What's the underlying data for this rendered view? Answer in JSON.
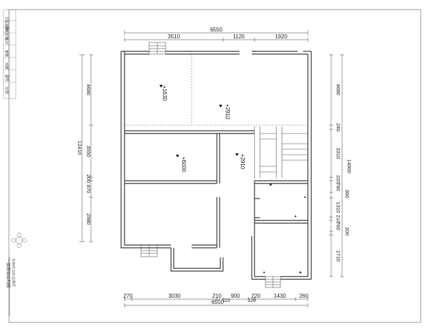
{
  "top_dims": {
    "overall": "6550",
    "segments": [
      "3510",
      "1120",
      "1920"
    ]
  },
  "bottom_dims": {
    "overall": "6550",
    "segments": [
      "270",
      "3030",
      "210",
      "900",
      "220",
      "1430",
      "260"
    ],
    "sub": [
      "110",
      "120"
    ]
  },
  "left_dims": {
    "overall": "12410",
    "segments": [
      "4680",
      "3550",
      "200",
      "870",
      "2980"
    ]
  },
  "right_dims": {
    "overall": "14800",
    "segments": [
      "4680",
      "240",
      "3310",
      "220",
      "780",
      "360",
      "1310",
      "210",
      "760",
      "200",
      "2710"
    ]
  },
  "levels": [
    "+1630",
    "+2910",
    "+6000",
    "+2910"
  ],
  "title_block": {
    "lines": [
      "工程名称:",
      "图纸名称",
      "设计",
      "审核",
      "日期",
      "图号",
      "比例"
    ]
  },
  "drawing_title": "一层原始结构图",
  "drawing_subtitle": "S:A4/1:100 比例尺"
}
